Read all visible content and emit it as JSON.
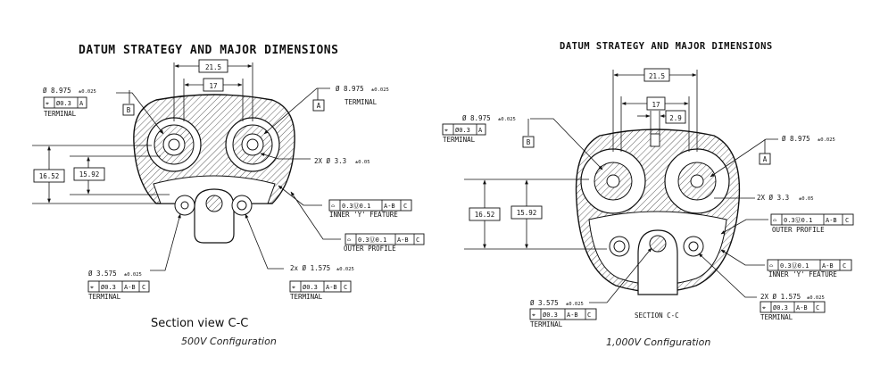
{
  "left": {
    "title": "DATUM STRATEGY AND MAJOR DIMENSIONS",
    "dim_width_outer": "21.5",
    "dim_width_inner": "17",
    "dim_height_outer": "16.52",
    "dim_height_inner": "15.92",
    "terminal_b": {
      "dia": "Ø 8.975",
      "tol": "±0.025",
      "fcf": [
        "⌖",
        "Ø0.3",
        "A"
      ],
      "label": "TERMINAL",
      "datum": "B"
    },
    "terminal_a": {
      "dia": "Ø 8.975",
      "tol": "±0.025",
      "label": "TERMINAL",
      "datum": "A"
    },
    "hole_3_3": {
      "dia": "2X Ø 3.3",
      "tol": "±0.05"
    },
    "inner_y": {
      "fcf": [
        "⌓",
        "0.3Ⓤ0.1",
        "A-B",
        "C"
      ],
      "label": "INNER 'Y' FEATURE"
    },
    "outer_profile": {
      "fcf": [
        "⌓",
        "0.3Ⓤ0.1",
        "A-B",
        "C"
      ],
      "label": "OUTER PROFILE"
    },
    "terminal_3575": {
      "dia": "Ø 3.575",
      "tol": "±0.025",
      "fcf": [
        "⌖",
        "Ø0.3",
        "A-B",
        "C"
      ],
      "label": "TERMINAL"
    },
    "terminal_1575": {
      "dia": "2x Ø 1.575",
      "tol": "±0.025",
      "fcf": [
        "⌖",
        "Ø0.3",
        "A-B",
        "C"
      ],
      "label": "TERMINAL"
    },
    "section": "Section view C-C",
    "config": "500V Configuration"
  },
  "right": {
    "title": "DATUM STRATEGY AND MAJOR DIMENSIONS",
    "dim_width_outer": "21.5",
    "dim_width_inner": "17",
    "dim_slot": "2.9",
    "dim_height_outer": "16.52",
    "dim_height_inner": "15.92",
    "terminal_b": {
      "dia": "Ø 8.975",
      "tol": "±0.025",
      "fcf": [
        "⌖",
        "Ø0.3",
        "A"
      ],
      "label": "TERMINAL",
      "datum": "B"
    },
    "terminal_a": {
      "dia": "Ø 8.975",
      "tol": "±0.025",
      "datum": "A"
    },
    "hole_3_3": {
      "dia": "2X Ø 3.3",
      "tol": "±0.05"
    },
    "outer_profile": {
      "fcf": [
        "⌓",
        "0.3Ⓤ0.1",
        "A-B",
        "C"
      ],
      "label": "OUTER PROFILE"
    },
    "inner_y": {
      "fcf": [
        "⌓",
        "0.3Ⓤ0.1",
        "A-B",
        "C"
      ],
      "label": "INNER 'Y' FEATURE"
    },
    "terminal_3575": {
      "dia": "Ø 3.575",
      "tol": "±0.025",
      "fcf": [
        "⌖",
        "Ø0.3",
        "A-B",
        "C"
      ],
      "label": "TERMINAL"
    },
    "terminal_1575": {
      "dia": "2X Ø 1.575",
      "tol": "±0.025",
      "fcf": [
        "⌖",
        "Ø0.3",
        "A-B",
        "C"
      ],
      "label": "TERMINAL"
    },
    "section": "SECTION C-C",
    "config": "1,000V Configuration"
  }
}
